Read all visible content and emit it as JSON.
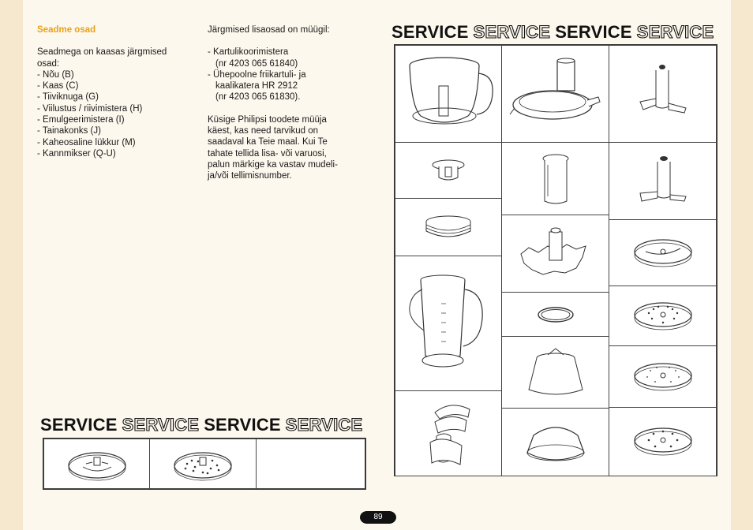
{
  "left_text": {
    "heading": "Seadme osad",
    "intro": [
      "Seadmega on kaasas järgmised",
      "osad:"
    ],
    "items": [
      "- Nõu (B)",
      "- Kaas (C)",
      "- Tiiviknuga (G)",
      "- Viilustus / riivimistera (H)",
      "- Emulgeerimistera (I)",
      "- Tainakonks (J)",
      "- Kaheosaline lükkur (M)",
      "- Kannmikser (Q-U)"
    ]
  },
  "right_text": {
    "intro": "Järgmised lisaosad on müügil:",
    "accessories": [
      "- Kartulikoorimistera",
      "(nr 4203 065 61840)",
      "- Ühepoolne friikartuli- ja",
      "kaalikatera HR 2912",
      "(nr 4203 065 61830)."
    ],
    "note": [
      "Küsige Philipsi toodete müüja",
      "käest, kas need tarvikud on",
      "saadaval ka Teie maal. Kui Te",
      "tahate tellida lisa- või varuosi,",
      "palun märkige ka vastav mudeli-",
      "ja/või tellimisnumber."
    ]
  },
  "service_banner": [
    "SERVICE",
    "SERVICE",
    "SERVICE",
    "SERVICE"
  ],
  "page_number": "89"
}
